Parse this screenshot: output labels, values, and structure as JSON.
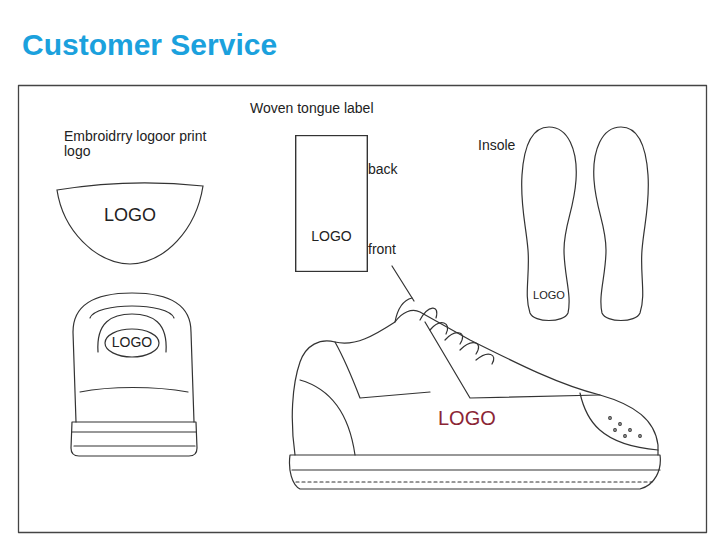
{
  "diagram": {
    "title": "Customer Service",
    "nodes": [
      {
        "text": [
          "LOGO"
        ]
      },
      {
        "text": [
          "LOGO"
        ]
      },
      {
        "text": [
          "LOGO"
        ]
      },
      {
        "text": [
          "LOGO"
        ]
      }
    ],
    "labels": [
      "Embroidrry logoor print logo",
      "Woven tongue label",
      "back",
      "front",
      "Insole",
      "LOGO"
    ]
  }
}
